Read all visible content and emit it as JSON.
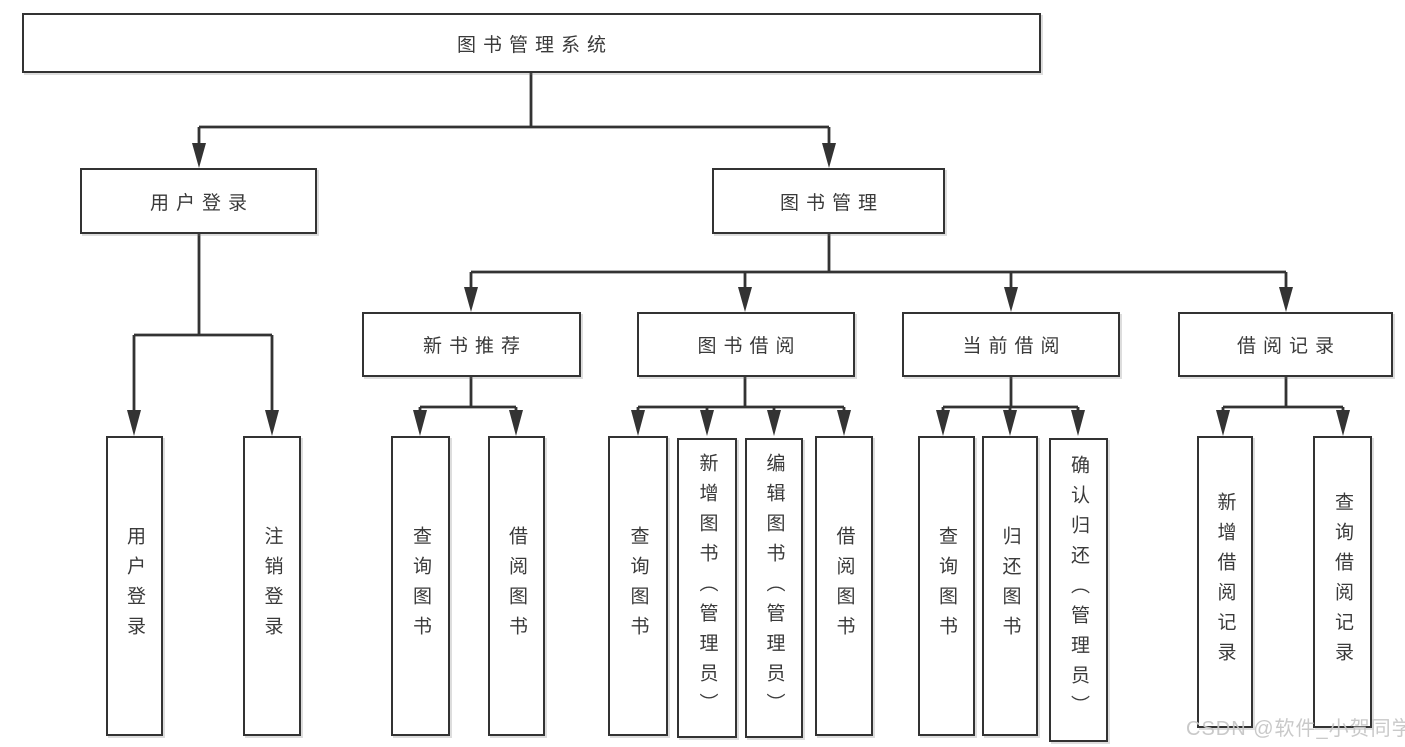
{
  "diagram": {
    "type": "tree",
    "title": "图书管理系统",
    "colors": {
      "line": "#333333",
      "box_border": "#333333",
      "text": "#3a3a3a",
      "background": "#ffffff",
      "watermark": "#c6c6c6"
    },
    "tree": {
      "label": "图书管理系统",
      "children": [
        {
          "label": "用户登录",
          "children": [
            {
              "label": "用户登录"
            },
            {
              "label": "注销登录"
            }
          ]
        },
        {
          "label": "图书管理",
          "children": [
            {
              "label": "新书推荐",
              "children": [
                {
                  "label": "查询图书"
                },
                {
                  "label": "借阅图书"
                }
              ]
            },
            {
              "label": "图书借阅",
              "children": [
                {
                  "label": "查询图书"
                },
                {
                  "label": "新增图书（管理员）"
                },
                {
                  "label": "编辑图书（管理员）"
                },
                {
                  "label": "借阅图书"
                }
              ]
            },
            {
              "label": "当前借阅",
              "children": [
                {
                  "label": "查询图书"
                },
                {
                  "label": "归还图书"
                },
                {
                  "label": "确认归还（管理员）"
                }
              ]
            },
            {
              "label": "借阅记录",
              "children": [
                {
                  "label": "新增借阅记录"
                },
                {
                  "label": "查询借阅记录"
                }
              ]
            }
          ]
        }
      ]
    },
    "watermark": {
      "text": "CSDN @软件_小贺同学"
    }
  }
}
